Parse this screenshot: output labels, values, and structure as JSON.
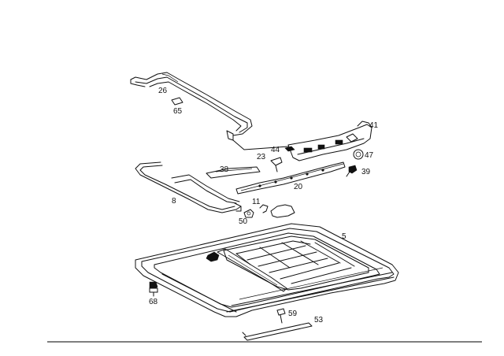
{
  "diagram": {
    "part_numbers": [
      "26",
      "65",
      "41",
      "44",
      "47",
      "23",
      "38",
      "39",
      "20",
      "8",
      "11",
      "50",
      "5",
      "68",
      "59",
      "53"
    ]
  },
  "colors": {
    "ink": "#111111",
    "background": "#ffffff"
  }
}
